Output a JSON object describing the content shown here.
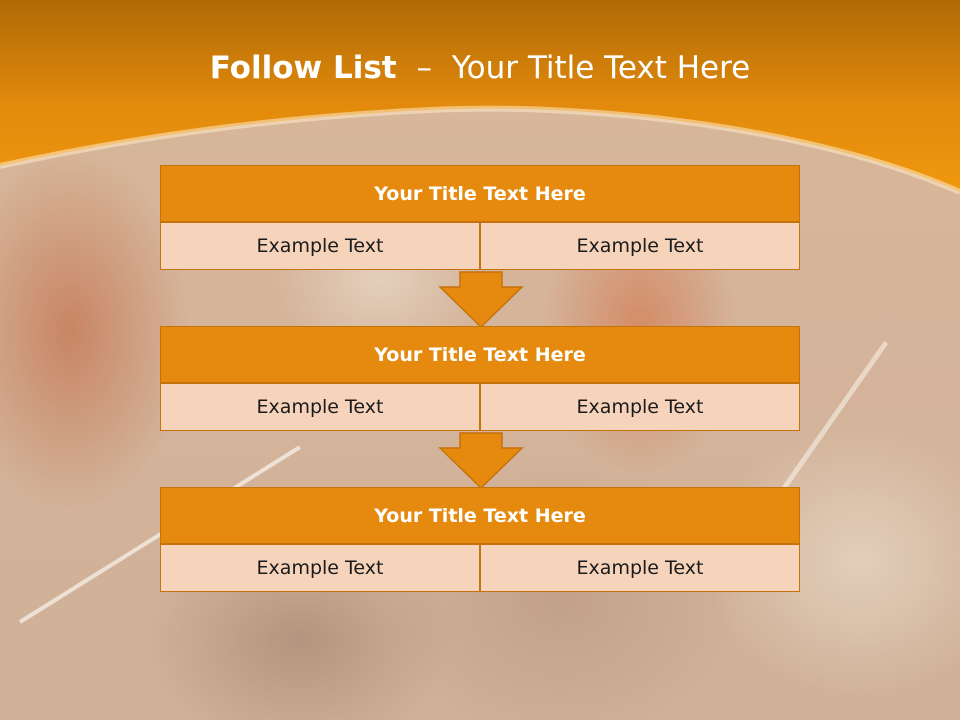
{
  "slide": {
    "title_bold": "Follow List",
    "title_separator": "–",
    "title_rest": "Your Title Text Here"
  },
  "colors": {
    "header_orange": "#e8900e",
    "block_title_fill": "#e58a0e",
    "block_cell_fill": "#f6d4bb",
    "border": "#c4730a"
  },
  "blocks": [
    {
      "title": "Your Title Text Here",
      "left_text": "Example Text",
      "right_text": "Example Text"
    },
    {
      "title": "Your Title Text Here",
      "left_text": "Example Text",
      "right_text": "Example Text"
    },
    {
      "title": "Your Title Text Here",
      "left_text": "Example Text",
      "right_text": "Example Text"
    }
  ],
  "connectors": [
    "down-arrow-icon",
    "down-arrow-icon"
  ]
}
